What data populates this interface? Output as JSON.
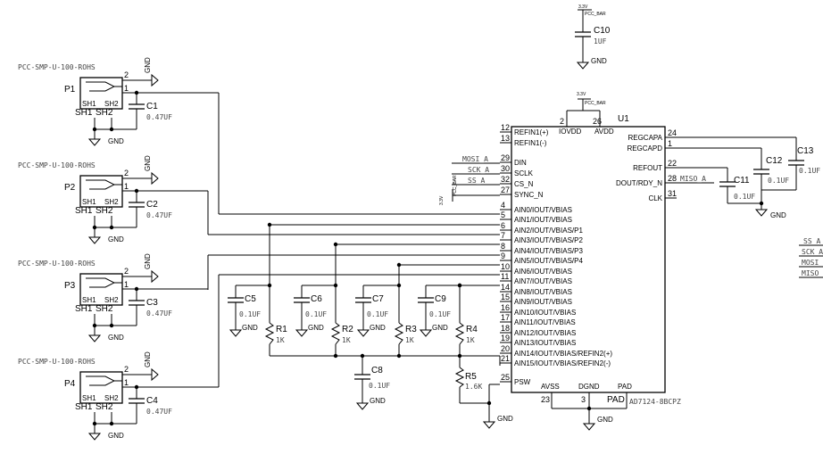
{
  "ic": {
    "ref": "U1",
    "part": "AD7124-8BCPZ",
    "top_pins": [
      {
        "num": "2",
        "name": "IOVDD"
      },
      {
        "num": "26",
        "name": "AVDD"
      }
    ],
    "supply": "3.3V",
    "supply_net": "PCC_BAR",
    "left_pins": [
      {
        "num": "12",
        "name": "REFIN1(+)"
      },
      {
        "num": "13",
        "name": "REFIN1(-)"
      },
      {
        "num": "29",
        "name": "DIN"
      },
      {
        "num": "30",
        "name": "SCLK"
      },
      {
        "num": "32",
        "name": "CS_N"
      },
      {
        "num": "27",
        "name": "SYNC_N"
      },
      {
        "num": "4",
        "name": "AIN0/IOUT/VBIAS"
      },
      {
        "num": "5",
        "name": "AIN1/IOUT/VBIAS"
      },
      {
        "num": "6",
        "name": "AIN2/IOUT/VBIAS/P1"
      },
      {
        "num": "7",
        "name": "AIN3/IOUT/VBIAS/P2"
      },
      {
        "num": "8",
        "name": "AIN4/IOUT/VBIAS/P3"
      },
      {
        "num": "9",
        "name": "AIN5/IOUT/VBIAS/P4"
      },
      {
        "num": "10",
        "name": "AIN6/IOUT/VBIAS"
      },
      {
        "num": "11",
        "name": "AIN7/IOUT/VBIAS"
      },
      {
        "num": "14",
        "name": "AIN8/IOUT/VBIAS"
      },
      {
        "num": "15",
        "name": "AIN9/IOUT/VBIAS"
      },
      {
        "num": "16",
        "name": "AIN10/IOUT/VBIAS"
      },
      {
        "num": "17",
        "name": "AIN11/IOUT/VBIAS"
      },
      {
        "num": "18",
        "name": "AIN12/IOUT/VBIAS"
      },
      {
        "num": "19",
        "name": "AIN13/IOUT/VBIAS"
      },
      {
        "num": "20",
        "name": "AIN14/IOUT/VBIAS/REFIN2(+)"
      },
      {
        "num": "21",
        "name": "AIN15/IOUT/VBIAS/REFIN2(-)"
      },
      {
        "num": "25",
        "name": "PSW"
      }
    ],
    "right_pins": [
      {
        "num": "24",
        "name": "REGCAPA"
      },
      {
        "num": "1",
        "name": "REGCAPD"
      },
      {
        "num": "22",
        "name": "REFOUT"
      },
      {
        "num": "28",
        "name": "DOUT/RDY_N"
      },
      {
        "num": "31",
        "name": "CLK"
      }
    ],
    "bottom_pins": [
      {
        "num": "23",
        "name": "AVSS"
      },
      {
        "num": "3",
        "name": "DGND"
      },
      {
        "num": "",
        "name": "PAD"
      }
    ],
    "pad_label": "PAD"
  },
  "nets": {
    "mosi": "MOSI_A",
    "sck": "SCK_A",
    "ss": "SS_A",
    "miso": "MISO_A",
    "gnd": "GND",
    "vcc": "3.3V",
    "vcc_small": "PCC_BAR"
  },
  "connectors": [
    {
      "ref": "P1",
      "part": "PCC-SMP-U-100-ROHS",
      "pin_a": "2",
      "pin_b": "1",
      "sh1": "SH1",
      "sh2": "SH2",
      "cap_ref": "C1",
      "cap_val": "0.47UF"
    },
    {
      "ref": "P2",
      "part": "PCC-SMP-U-100-ROHS",
      "pin_a": "2",
      "pin_b": "1",
      "sh1": "SH1",
      "sh2": "SH2",
      "cap_ref": "C2",
      "cap_val": "0.47UF"
    },
    {
      "ref": "P3",
      "part": "PCC-SMP-U-100-ROHS",
      "pin_a": "2",
      "pin_b": "1",
      "sh1": "SH1",
      "sh2": "SH2",
      "cap_ref": "C3",
      "cap_val": "0.47UF"
    },
    {
      "ref": "P4",
      "part": "PCC-SMP-U-100-ROHS",
      "pin_a": "2",
      "pin_b": "1",
      "sh1": "SH1",
      "sh2": "SH2",
      "cap_ref": "C4",
      "cap_val": "0.47UF"
    }
  ],
  "caps": [
    {
      "ref": "C10",
      "val": "1UF"
    },
    {
      "ref": "C5",
      "val": "0.1UF"
    },
    {
      "ref": "C6",
      "val": "0.1UF"
    },
    {
      "ref": "C7",
      "val": "0.1UF"
    },
    {
      "ref": "C9",
      "val": "0.1UF"
    },
    {
      "ref": "C8",
      "val": "0.1UF"
    },
    {
      "ref": "C11",
      "val": "0.1UF"
    },
    {
      "ref": "C12",
      "val": "0.1UF"
    },
    {
      "ref": "C13",
      "val": "0.1UF"
    }
  ],
  "resistors": [
    {
      "ref": "R1",
      "val": "1K"
    },
    {
      "ref": "R2",
      "val": "1K"
    },
    {
      "ref": "R3",
      "val": "1K"
    },
    {
      "ref": "R4",
      "val": "1K"
    },
    {
      "ref": "R5",
      "val": "1.6K"
    }
  ],
  "offpage": [
    "SS_A",
    "SCK_A",
    "MOSI",
    "MISO"
  ]
}
